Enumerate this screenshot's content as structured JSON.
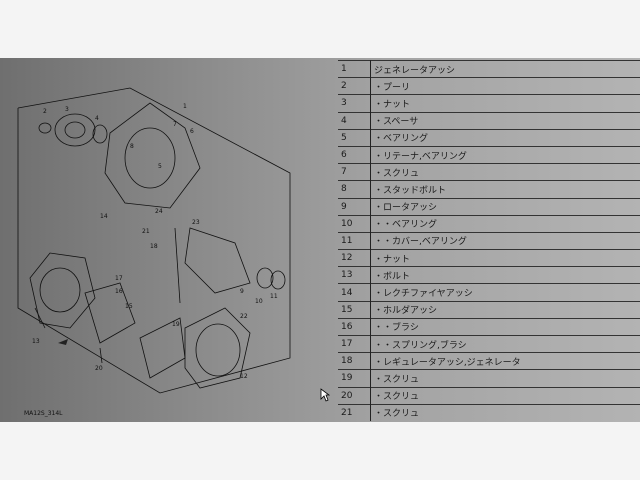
{
  "diagram": {
    "caption": "MA12S_314L",
    "callouts": [
      "1",
      "2",
      "3",
      "4",
      "5",
      "6",
      "7",
      "8",
      "9",
      "10",
      "11",
      "12",
      "13",
      "14",
      "15",
      "16",
      "17",
      "18",
      "19",
      "20",
      "21",
      "22",
      "23",
      "24"
    ]
  },
  "parts": [
    {
      "no": "1",
      "name": "ジェネレータアッシ"
    },
    {
      "no": "2",
      "name": "・プーリ"
    },
    {
      "no": "3",
      "name": "・ナット"
    },
    {
      "no": "4",
      "name": "・スペーサ"
    },
    {
      "no": "5",
      "name": "・ベアリング"
    },
    {
      "no": "6",
      "name": "・リテーナ,ベアリング"
    },
    {
      "no": "7",
      "name": "・スクリュ"
    },
    {
      "no": "8",
      "name": "・スタッドボルト"
    },
    {
      "no": "9",
      "name": "・ロータアッシ"
    },
    {
      "no": "10",
      "name": "・・ベアリング"
    },
    {
      "no": "11",
      "name": "・・カバー,ベアリング"
    },
    {
      "no": "12",
      "name": "・ナット"
    },
    {
      "no": "13",
      "name": "・ボルト"
    },
    {
      "no": "14",
      "name": "・レクチファイヤアッシ"
    },
    {
      "no": "15",
      "name": "・ホルダアッシ"
    },
    {
      "no": "16",
      "name": "・・ブラシ"
    },
    {
      "no": "17",
      "name": "・・スプリング,ブラシ"
    },
    {
      "no": "18",
      "name": "・レギュレータアッシ,ジェネレータ"
    },
    {
      "no": "19",
      "name": "・スクリュ"
    },
    {
      "no": "20",
      "name": "・スクリュ"
    },
    {
      "no": "21",
      "name": "・スクリュ"
    }
  ]
}
